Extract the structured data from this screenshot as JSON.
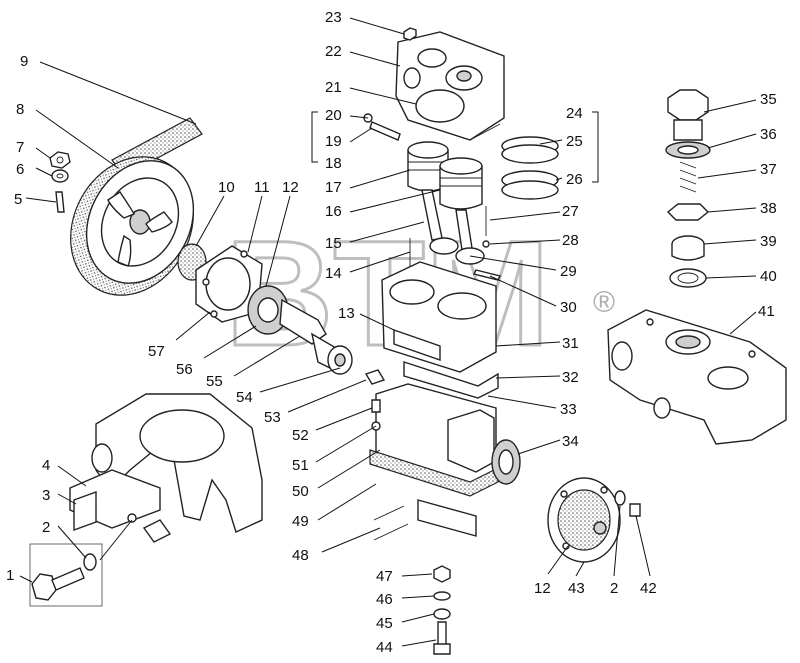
{
  "watermark": {
    "text": "BTM",
    "symbol": "®"
  },
  "callouts": [
    {
      "id": "c23",
      "label": "23"
    },
    {
      "id": "c22",
      "label": "22"
    },
    {
      "id": "c21",
      "label": "21"
    },
    {
      "id": "c20",
      "label": "20"
    },
    {
      "id": "c19",
      "label": "19"
    },
    {
      "id": "c18",
      "label": "18"
    },
    {
      "id": "c17",
      "label": "17"
    },
    {
      "id": "c16",
      "label": "16"
    },
    {
      "id": "c15",
      "label": "15"
    },
    {
      "id": "c14",
      "label": "14"
    },
    {
      "id": "c13",
      "label": "13"
    },
    {
      "id": "c24",
      "label": "24"
    },
    {
      "id": "c25",
      "label": "25"
    },
    {
      "id": "c26",
      "label": "26"
    },
    {
      "id": "c27",
      "label": "27"
    },
    {
      "id": "c28",
      "label": "28"
    },
    {
      "id": "c29",
      "label": "29"
    },
    {
      "id": "c30",
      "label": "30"
    },
    {
      "id": "c31",
      "label": "31"
    },
    {
      "id": "c32",
      "label": "32"
    },
    {
      "id": "c33",
      "label": "33"
    },
    {
      "id": "c34",
      "label": "34"
    },
    {
      "id": "c35",
      "label": "35"
    },
    {
      "id": "c36",
      "label": "36"
    },
    {
      "id": "c37",
      "label": "37"
    },
    {
      "id": "c38",
      "label": "38"
    },
    {
      "id": "c39",
      "label": "39"
    },
    {
      "id": "c40",
      "label": "40"
    },
    {
      "id": "c41",
      "label": "41"
    },
    {
      "id": "c9",
      "label": "9"
    },
    {
      "id": "c8",
      "label": "8"
    },
    {
      "id": "c7",
      "label": "7"
    },
    {
      "id": "c6",
      "label": "6"
    },
    {
      "id": "c5",
      "label": "5"
    },
    {
      "id": "c10",
      "label": "10"
    },
    {
      "id": "c11",
      "label": "11"
    },
    {
      "id": "c12a",
      "label": "12"
    },
    {
      "id": "c57",
      "label": "57"
    },
    {
      "id": "c56",
      "label": "56"
    },
    {
      "id": "c55",
      "label": "55"
    },
    {
      "id": "c54",
      "label": "54"
    },
    {
      "id": "c53",
      "label": "53"
    },
    {
      "id": "c52",
      "label": "52"
    },
    {
      "id": "c51",
      "label": "51"
    },
    {
      "id": "c50",
      "label": "50"
    },
    {
      "id": "c49",
      "label": "49"
    },
    {
      "id": "c48",
      "label": "48"
    },
    {
      "id": "c47",
      "label": "47"
    },
    {
      "id": "c46",
      "label": "46"
    },
    {
      "id": "c45",
      "label": "45"
    },
    {
      "id": "c44",
      "label": "44"
    },
    {
      "id": "c4",
      "label": "4"
    },
    {
      "id": "c3",
      "label": "3"
    },
    {
      "id": "c2a",
      "label": "2"
    },
    {
      "id": "c1",
      "label": "1"
    },
    {
      "id": "c12b",
      "label": "12"
    },
    {
      "id": "c43",
      "label": "43"
    },
    {
      "id": "c2b",
      "label": "2"
    },
    {
      "id": "c42",
      "label": "42"
    }
  ]
}
